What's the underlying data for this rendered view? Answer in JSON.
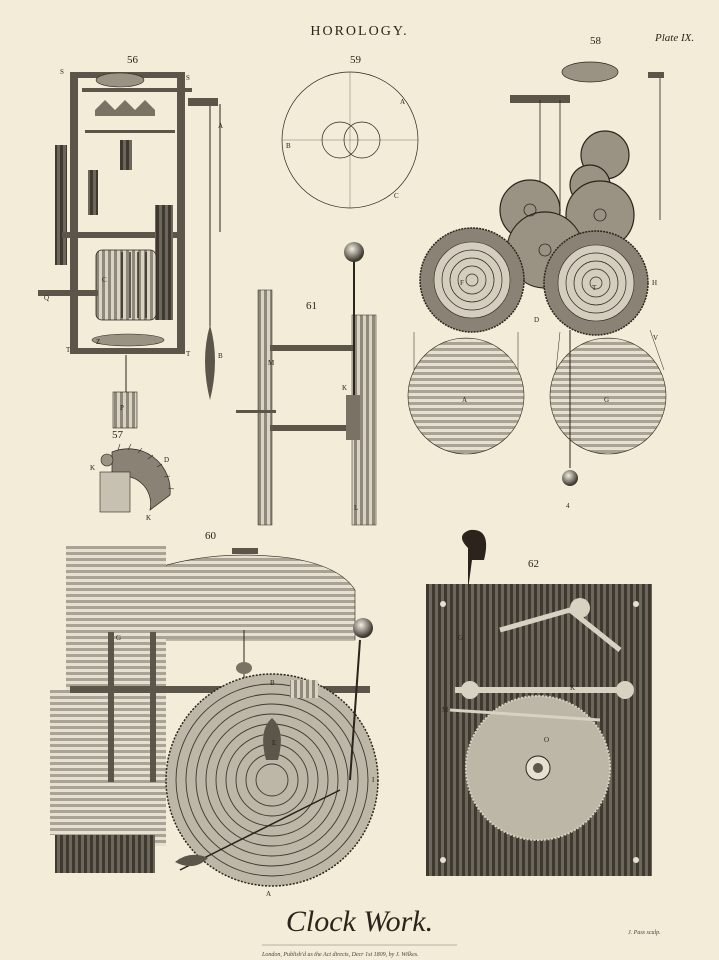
{
  "plate": {
    "title": "HOROLOGY.",
    "plate_number": "Plate IX.",
    "caption": "Clock Work.",
    "imprint": "London, Publish'd as the Act directs, Decr 1st 1809, by J. Wilkes.",
    "engraver": "J. Pass sculp."
  },
  "figures": {
    "f56": "56",
    "f57": "57",
    "f58": "58",
    "f59": "59",
    "f60": "60",
    "f61": "61",
    "f62": "62"
  },
  "colors": {
    "paper": "#f3ecd8",
    "ink": "#2a241c",
    "metal_dark": "#5c554a",
    "metal_mid": "#9a9384",
    "metal_light": "#d8d2c2"
  }
}
